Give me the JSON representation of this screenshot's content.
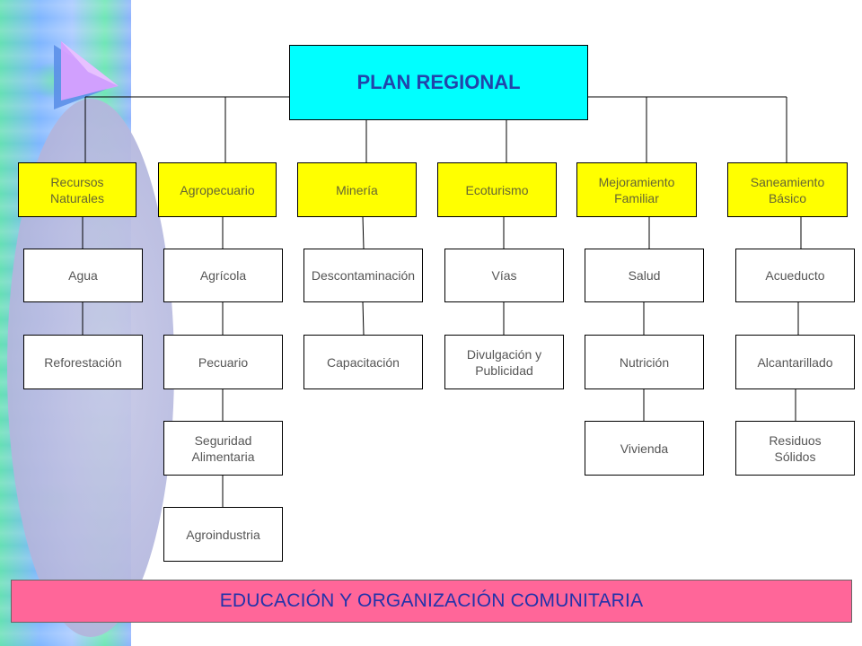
{
  "root": "PLAN REGIONAL",
  "categories": [
    {
      "label": "Recursos\nNaturales",
      "children": [
        "Agua",
        "Reforestación"
      ]
    },
    {
      "label": "Agropecuario",
      "children": [
        "Agrícola",
        "Pecuario",
        "Seguridad\nAlimentaria",
        "Agroindustria"
      ]
    },
    {
      "label": "Minería",
      "children": [
        "Descontaminación",
        "Capacitación"
      ]
    },
    {
      "label": "Ecoturismo",
      "children": [
        "Vías",
        "Divulgación y\nPublicidad"
      ]
    },
    {
      "label": "Mejoramiento\nFamiliar",
      "children": [
        "Salud",
        "Nutrición",
        "Vivienda"
      ]
    },
    {
      "label": "Saneamiento\nBásico",
      "children": [
        "Acueducto",
        "Alcantarillado",
        "Residuos\nSólidos"
      ]
    }
  ],
  "footer": "EDUCACIÓN Y ORGANIZACIÓN COMUNITARIA",
  "colors": {
    "root_fill": "#00ffff",
    "category_fill": "#ffff00",
    "footer_fill": "#ff6699",
    "title_text": "#2244aa"
  }
}
